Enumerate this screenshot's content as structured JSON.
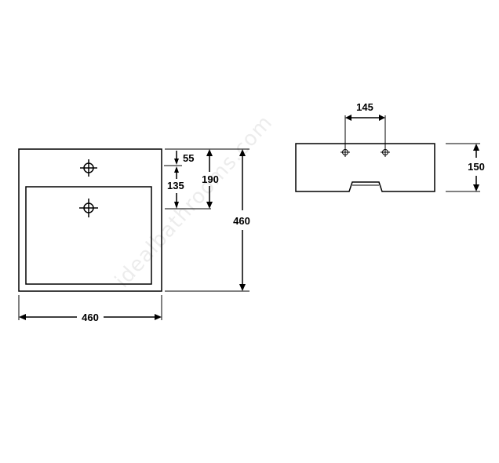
{
  "watermark": "idealbathrooms.com",
  "top_view": {
    "dim_width": "460",
    "dim_depth": "460",
    "dim_tap_offset": "55",
    "dim_bowl_offset": "135",
    "dim_bowl_edge": "190"
  },
  "front_view": {
    "dim_tap_spacing": "145",
    "dim_height": "150"
  }
}
